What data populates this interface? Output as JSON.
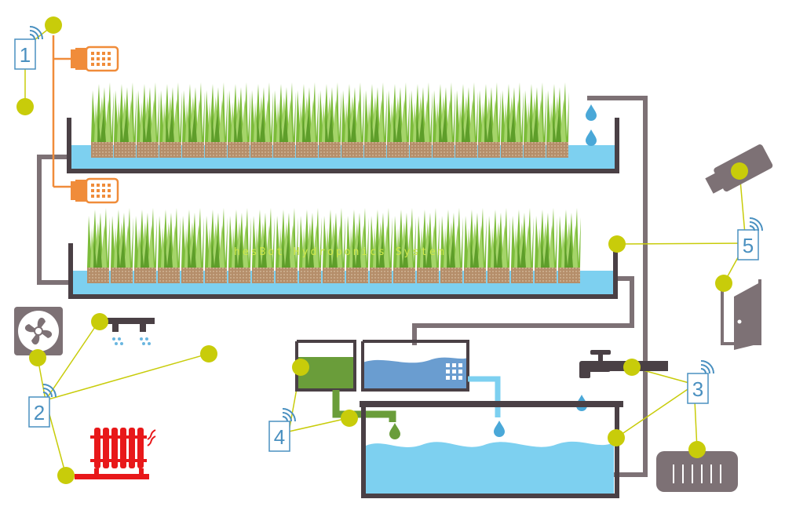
{
  "title": "hesBot Hydroponics System",
  "labels": [
    "1",
    "2",
    "3",
    "4",
    "5"
  ],
  "colors": {
    "node": "#c8cc0a",
    "pipe": "#7d7175",
    "tank_water": "#7dd0f0",
    "tank_wall": "#4a4045",
    "light": "#f08c3a",
    "heater": "#e8181a",
    "nutrient": "#6a9d3a",
    "label_blue": "#4a90c0"
  },
  "icons": [
    "grow-light-icon",
    "fan-icon",
    "mist-sprayer-icon",
    "heater-icon",
    "camera-icon",
    "door-icon",
    "faucet-icon",
    "pump-icon",
    "wifi-icon"
  ]
}
